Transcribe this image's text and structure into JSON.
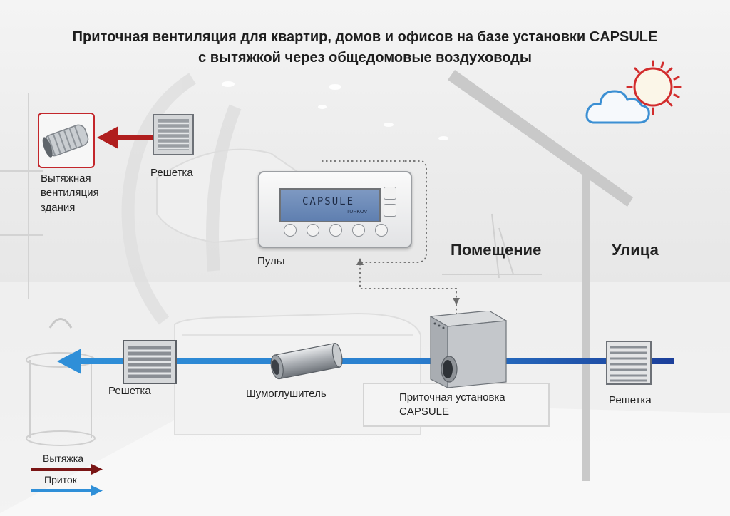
{
  "title": {
    "line1": "Приточная вентиляция для квартир, домов и офисов на базе установки CAPSULE",
    "line2": "с вытяжкой через общедомовые воздуховоды"
  },
  "zones": {
    "room": "Помещение",
    "street": "Улица"
  },
  "labels": {
    "grille_exhaust": "Решетка",
    "building_exhaust": [
      "Вытяжная",
      "вентиляция",
      "здания"
    ],
    "remote": "Пульт",
    "grille_supply": "Решетка",
    "silencer": "Шумоглушитель",
    "unit_line1": "Приточная установка",
    "unit_line2": "CAPSULE",
    "grille_outdoor": "Решетка"
  },
  "remote_display": {
    "brand": "CAPSULE",
    "sub": "TURKOV"
  },
  "legend": {
    "exhaust": "Вытяжка",
    "supply": "Приток"
  },
  "colors": {
    "exhaust": "#b01e1e",
    "supply_dark": "#1c3f9a",
    "supply_light": "#2f8fd8",
    "sun": "#d22c2c",
    "cloud": "#3b8fd3"
  }
}
